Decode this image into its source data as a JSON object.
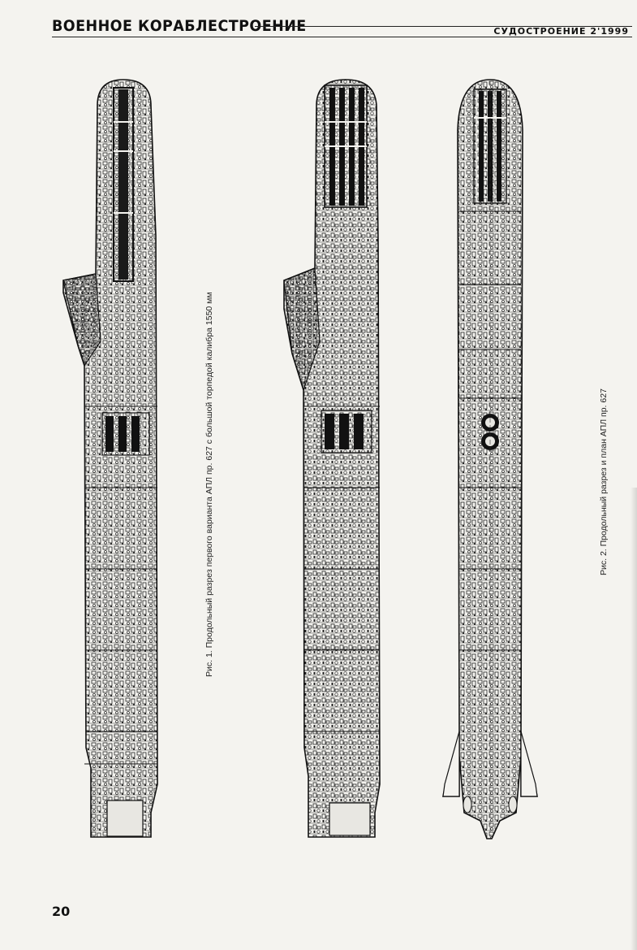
{
  "header": {
    "section_title": "ВОЕННОЕ КОРАБЛЕСТРОЕНИЕ",
    "journal_issue": "СУДОСТРОЕНИЕ 2'1999"
  },
  "figures": [
    {
      "caption": "Рис. 1. Продольный разрез первого варианта АПЛ пр. 627 с большой торпедой калибра 1550 мм"
    },
    {
      "caption": "Рис. 2. Продольный разрез и план АПЛ пр. 627"
    }
  ],
  "page_number": "20"
}
